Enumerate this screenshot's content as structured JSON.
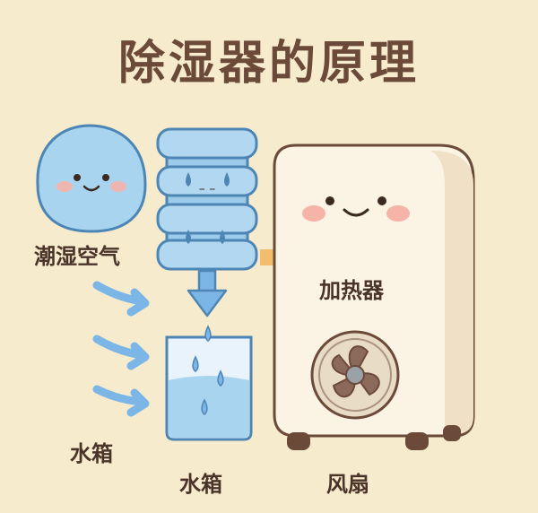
{
  "title": "除湿器的原理",
  "labels": {
    "humid_air": "潮湿空气",
    "heater": "加热器",
    "tank_left": "水箱",
    "tank_bottom": "水箱",
    "fan": "风扇"
  },
  "colors": {
    "background": "#f7ebcd",
    "title": "#6b4a3a",
    "water_blue": "#a9d4f0",
    "blue_outline": "#4d86b5",
    "machine_body": "#fbf3e3",
    "machine_outline": "#6b4a3a",
    "arrow_orange": "#f2bd6c",
    "arrow_blue": "#7bb6e6"
  }
}
